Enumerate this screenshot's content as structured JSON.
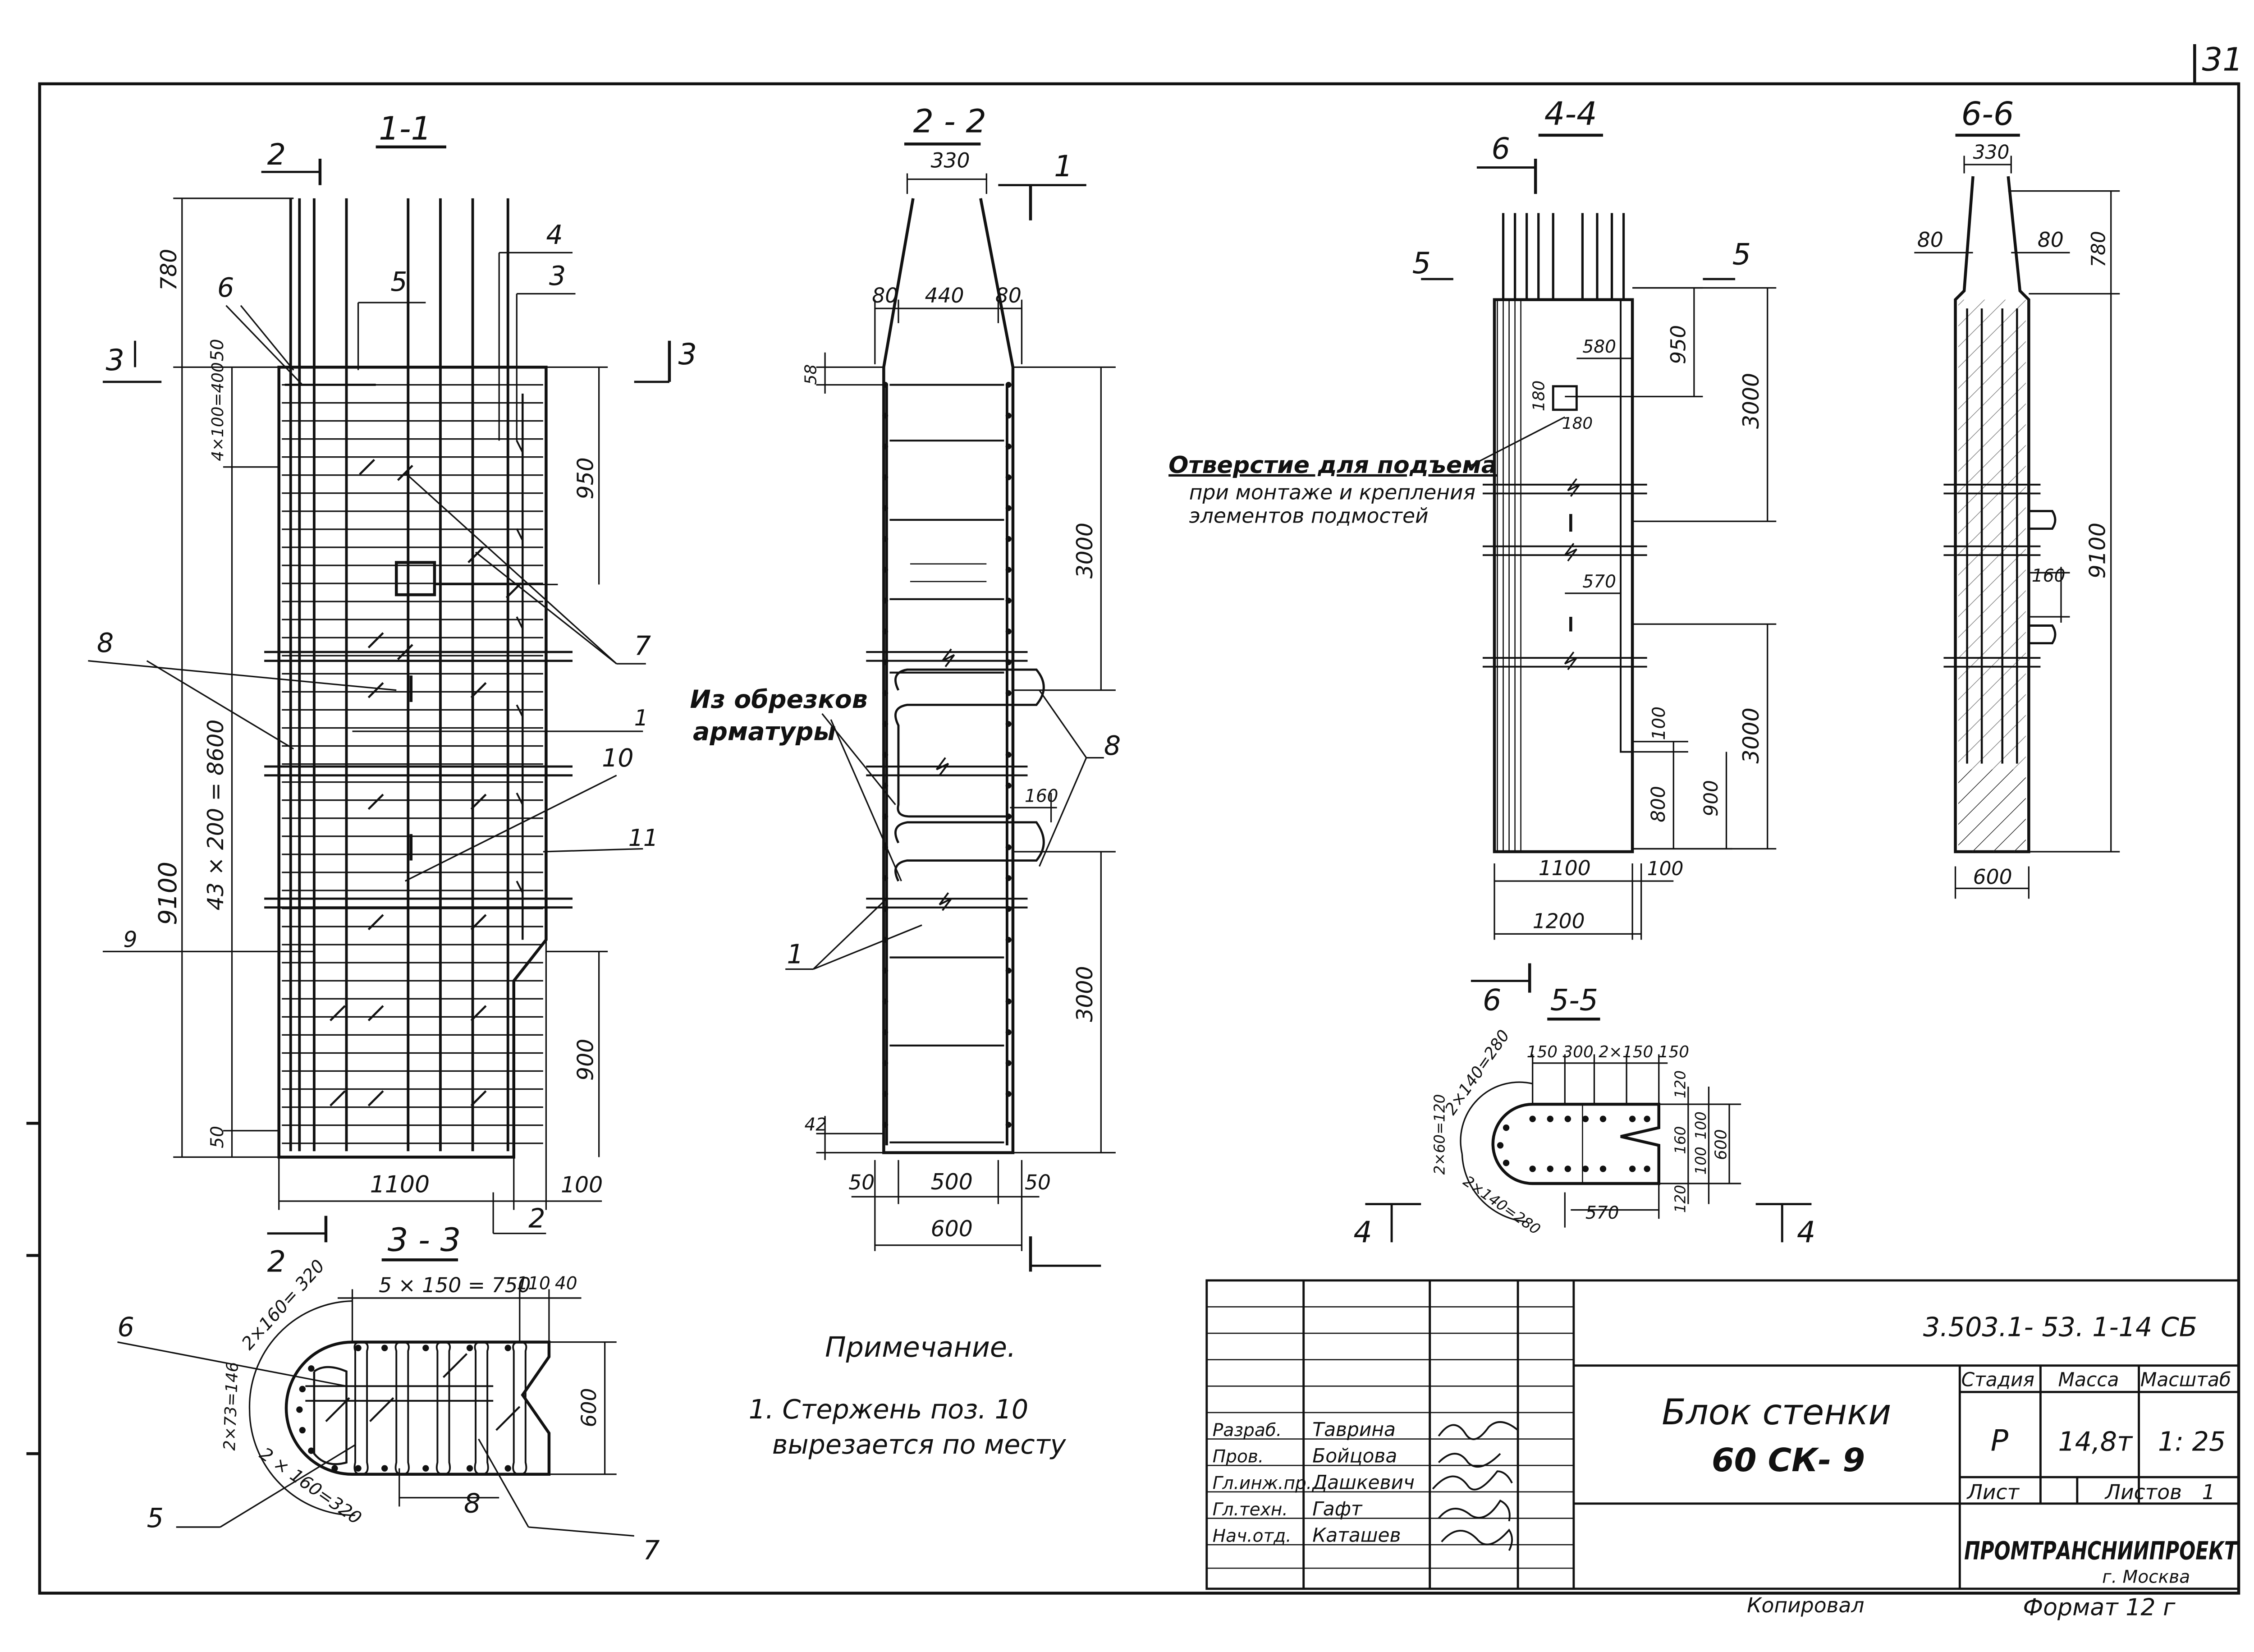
{
  "page": {
    "number": "31"
  },
  "sections": {
    "s11": {
      "title": "1-1",
      "dims": {
        "top": "780",
        "total": "9100",
        "pitch": "43 × 200 = 8600",
        "upper": "4×100=400",
        "top_off": "50",
        "bot_off": "50",
        "side": "950",
        "lower": "900",
        "width": "1100",
        "edge": "100"
      }
    },
    "s22": {
      "title": "2 - 2",
      "dims": {
        "top": "330",
        "left": "80",
        "mid": "440",
        "right": "80",
        "d58": "58",
        "d3000a": "3000",
        "d3000b": "3000",
        "d42": "42",
        "d50a": "50",
        "d500": "500",
        "d50b": "50",
        "d600": "600",
        "d160": "160"
      }
    },
    "s44": {
      "title": "4-4",
      "dims": {
        "d580": "580",
        "d180a": "180",
        "d180b": "180",
        "d950": "950",
        "d3000a": "3000",
        "d3000b": "3000",
        "d570": "570",
        "d100a": "100",
        "d800": "800",
        "d900": "900",
        "d1100": "1100",
        "d100b": "100",
        "d1200": "1200"
      }
    },
    "s66": {
      "title": "6-6",
      "dims": {
        "d330": "330",
        "d80a": "80",
        "d80b": "80",
        "d780": "780",
        "d9100": "9100",
        "d160": "160",
        "d600": "600"
      }
    },
    "s55": {
      "title": "5-5",
      "dims": {
        "top": "150 300 2×150  150",
        "arc1": "2×140=280",
        "arc2": "2×60=120",
        "arc3": "2×140=280",
        "d120a": "120",
        "d160": "160",
        "d100a": "100",
        "d100b": "100",
        "d600": "600",
        "d120b": "120",
        "d570": "570"
      }
    },
    "s33": {
      "title": "3 - 3",
      "dims": {
        "top": "5 × 150 = 750",
        "d110": "110",
        "d40": "40",
        "arc1": "2×160= 320",
        "arc2": "2×73=146",
        "arc3": "2 × 160=320",
        "d600": "600"
      }
    }
  },
  "callouts": {
    "n1": "1",
    "n2": "2",
    "n3": "3",
    "n4": "4",
    "n5": "5",
    "n6": "6",
    "n7": "7",
    "n8": "8",
    "n9": "9",
    "n10": "10",
    "n11": "11"
  },
  "annotations": {
    "lift_title": "Отверстие для подъема",
    "lift_l2": "при монтаже и крепления",
    "lift_l3": "элементов подмостей",
    "scrap_l1": "Из обрезков",
    "scrap_l2": "арматуры"
  },
  "note": {
    "title": "Примечание.",
    "line1": "1. Стержень поз. 10",
    "line2": "вырезается по месту"
  },
  "title_block": {
    "code": "3.503.1- 53. 1-14 СБ",
    "name_l1": "Блок стенки",
    "name_l2": "60 СК- 9",
    "col_stage": "Стадия",
    "col_mass": "Масса",
    "col_scale": "Масштаб",
    "stage": "Р",
    "mass": "14,8т",
    "scale": "1: 25",
    "sheet_label": "Лист",
    "sheets_label": "Листов",
    "sheets": "1",
    "org": "ПРОМТРАНСНИИПРОЕКТ",
    "city": "г. Москва",
    "roles": [
      {
        "role": "Разраб.",
        "name": "Таврина"
      },
      {
        "role": "Пров.",
        "name": "Бойцова"
      },
      {
        "role": "Гл.инж.пр.",
        "name": "Дашкевич"
      },
      {
        "role": "Гл.техн.",
        "name": "Гафт"
      },
      {
        "role": "Нач.отд.",
        "name": "Каташев"
      }
    ]
  },
  "footer": {
    "copied": "Копировал",
    "format": "Формат 12 г"
  }
}
